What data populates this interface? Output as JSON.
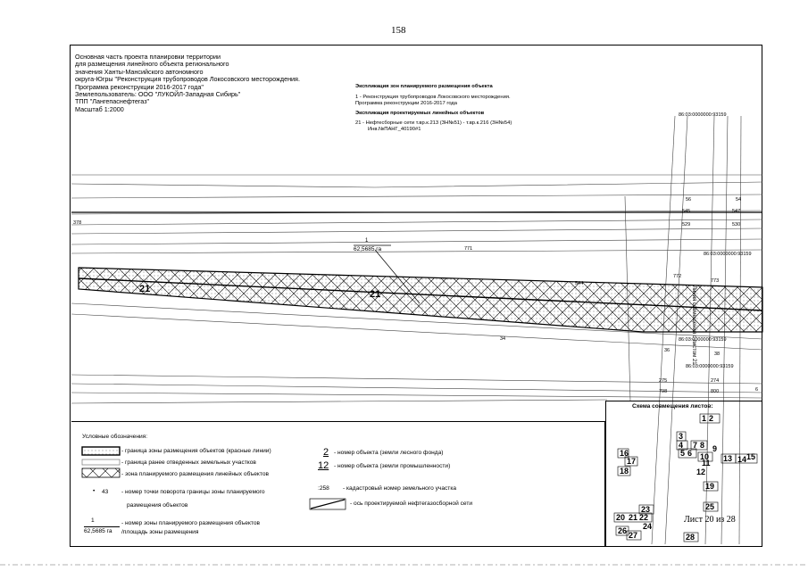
{
  "page_number": "158",
  "project_info": [
    "Основная часть проекта планировки территории",
    "для размещения линейного объекта регионального",
    "значения Ханты-Мансийского автономного",
    "округа-Югры \"Реконструкция трубопроводов Локосовского месторождения.",
    "Программа реконструкции 2016-2017 года\"",
    "Землепользователь: ООО \"ЛУКОЙЛ-Западная Сибирь\"",
    "ТПП \"Лангепаснефтегаз\"",
    "Масштаб 1:2000"
  ],
  "explication": {
    "zones_title": "Экспликация зон планируемого размещения объекта",
    "zones_line1": "1 - Реконструкция трубопроводов Локосовского месторождения.",
    "zones_line2": "Программа реконструкции 2016-2017 года",
    "objects_title": "Экспликация проектируемых линейных объектов",
    "objects_line1": "21 - Нефтесборные сети т.вр.к.213 (ЗН№51) - т.вр.к.216 (ЗН№54)",
    "objects_line2": "Инв.№ПАНГ_40190#1"
  },
  "map": {
    "zone_number": "21",
    "zone_area_label": "62,5685 га",
    "zone_area_num": "1",
    "parcels": [
      "378",
      "771",
      "544",
      "772",
      "773",
      "34",
      "36",
      "38",
      "275",
      "274",
      "798",
      "800",
      "545",
      "547",
      "529",
      "530",
      "56",
      "54",
      "6"
    ],
    "cadastral_labels": [
      "86:03:0000000:93159",
      "86:03:0000000:93159",
      "86:03:0000000:93159",
      "86:03:0000000:93159"
    ],
    "rotated_label": "Линия совмещения с листом 21"
  },
  "legend": {
    "title": "Условные обозначения:",
    "items": {
      "red_lines": "- граница зоны размещения объектов (красные линии)",
      "prev_parcels": "- граница ранее отведенных земельных участков",
      "linear_zone": "- зона планируемого размещения линейных объектов",
      "turn_point_num": "43",
      "turn_point_1": "- номер точки поворота границы зоны планируемого",
      "turn_point_2": "размещения объектов",
      "frac_top": "1",
      "frac_bottom": "62,5685 га",
      "zone_no_1": "- номер зоны планируемого размещения объектов",
      "zone_no_2": "/площадь зоны размещения",
      "forest_num": "2",
      "forest_text": "- номер объекта (земли лесного фонда)",
      "industry_num": "12",
      "industry_text": "- номер объекта (земли промышленности)",
      "cad_num": ":258",
      "cad_text": "- кадастровый номер земельного участка",
      "axis_text": "- ось проектируемой нефтегазосборной сети"
    }
  },
  "scheme": {
    "title": "Схема совмещения листов:",
    "sheet_label": "Лист 20 из 28",
    "sheets": [
      "1",
      "2",
      "3",
      "4",
      "7",
      "8",
      "5",
      "6",
      "9",
      "10",
      "16",
      "17",
      "11",
      "12",
      "13",
      "14",
      "15",
      "18",
      "19",
      "25",
      "23",
      "20",
      "21",
      "22",
      "24",
      "26",
      "27",
      "28"
    ]
  }
}
